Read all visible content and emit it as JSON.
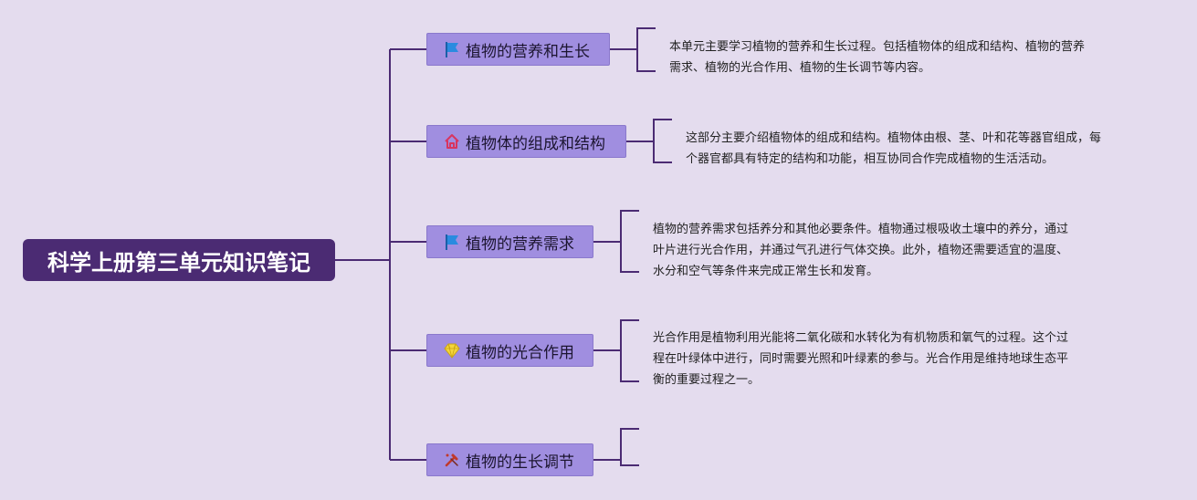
{
  "root": {
    "label": "科学上册第三单元知识笔记"
  },
  "topics": [
    {
      "label": "植物的营养和生长",
      "icon": "blue-flag-icon",
      "note": [
        "本单元主要学习植物的营养和生长过程。包括植物体的组成和结构、植物的营养",
        "需求、植物的光合作用、植物的生长调节等内容。"
      ]
    },
    {
      "label": "植物体的组成和结构",
      "icon": "house-icon",
      "note": [
        "这部分主要介绍植物体的组成和结构。植物体由根、茎、叶和花等器官组成，每",
        "个器官都具有特定的结构和功能，相互协同合作完成植物的生活活动。"
      ]
    },
    {
      "label": "植物的营养需求",
      "icon": "blue-flag-icon",
      "note": [
        "植物的营养需求包括养分和其他必要条件。植物通过根吸收土壤中的养分，通过",
        "叶片进行光合作用，并通过气孔进行气体交换。此外，植物还需要适宜的温度、",
        "水分和空气等条件来完成正常生长和发育。"
      ]
    },
    {
      "label": "植物的光合作用",
      "icon": "diamond-icon",
      "note": [
        "光合作用是植物利用光能将二氧化碳和水转化为有机物质和氧气的过程。这个过",
        "程在叶绿体中进行，同时需要光照和叶绿素的参与。光合作用是维持地球生态平",
        "衡的重要过程之一。"
      ]
    },
    {
      "label": "植物的生长调节",
      "icon": "tools-icon",
      "note": []
    }
  ],
  "colors": {
    "background": "#e4dcee",
    "root": "#4b2b73",
    "topic": "#a08ee0",
    "line": "#4b2b73"
  }
}
